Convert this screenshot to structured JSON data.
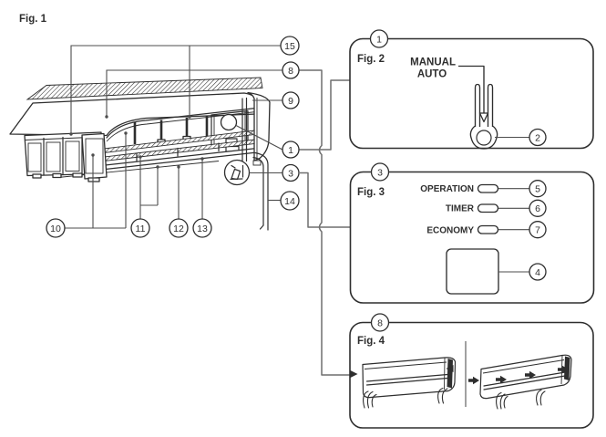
{
  "colors": {
    "ink": "#2e2e2e",
    "leader": "#4d4d4d",
    "connector": "#6f6f6f",
    "background": "#ffffff"
  },
  "figure1": {
    "label": "Fig. 1"
  },
  "figure2": {
    "label": "Fig. 2",
    "button_label_line1": "MANUAL",
    "button_label_line2": "AUTO"
  },
  "figure3": {
    "label": "Fig. 3",
    "indicators": [
      "OPERATION",
      "TIMER",
      "ECONOMY"
    ]
  },
  "figure4": {
    "label": "Fig. 4"
  },
  "callouts": {
    "n1": "1",
    "n2": "2",
    "n3": "3",
    "n4": "4",
    "n5": "5",
    "n6": "6",
    "n7": "7",
    "n8": "8",
    "n9": "9",
    "n10": "10",
    "n11": "11",
    "n12": "12",
    "n13": "13",
    "n14": "14",
    "n15": "15"
  },
  "icons": [
    "indoor-unit-drawing",
    "intake-grille-icon",
    "front-panel-icon",
    "air-filter-icon",
    "louver-icon",
    "manual-auto-button-icon",
    "press-arrow-icon",
    "led-lamp-icon",
    "signal-receiver-icon",
    "drain-pipe-icon",
    "caution-figure-icon",
    "slide-arrow-icon",
    "hand-icon"
  ]
}
